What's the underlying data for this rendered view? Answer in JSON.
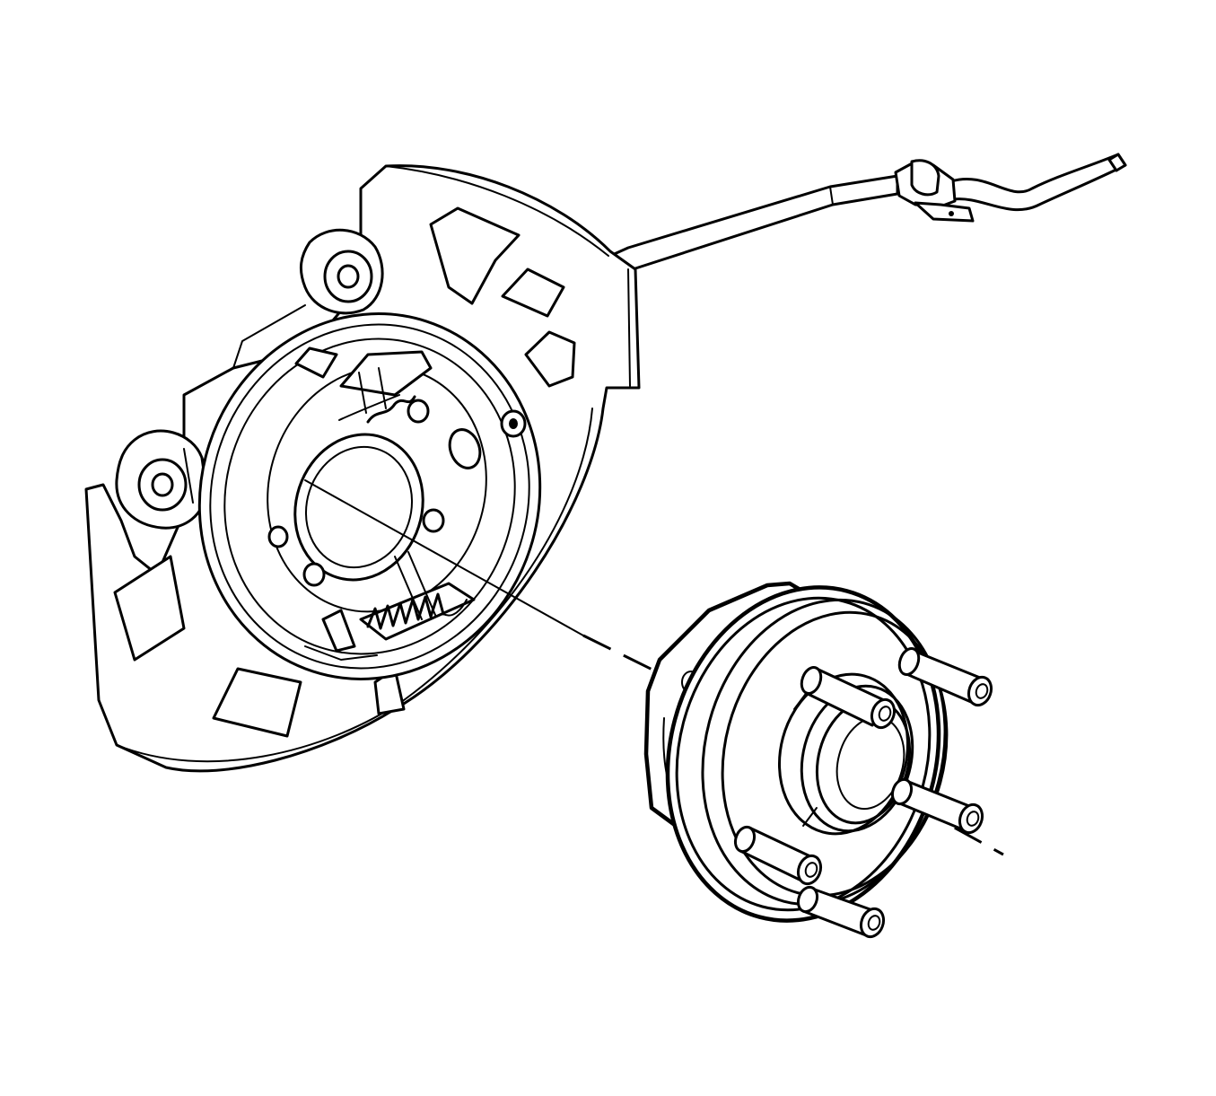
{
  "diagram": {
    "kind": "exploded-view line illustration",
    "style": {
      "line_color": "#000000",
      "background": "#ffffff"
    },
    "parts": [
      "brake-backing-plate",
      "parking-brake-shoe-assembly",
      "knuckle",
      "parking-brake-cable",
      "cable-bracket",
      "wheel-hub-bearing",
      "wheel-studs",
      "assembly-axis"
    ],
    "wheel_stud_count": 5,
    "labels": []
  }
}
